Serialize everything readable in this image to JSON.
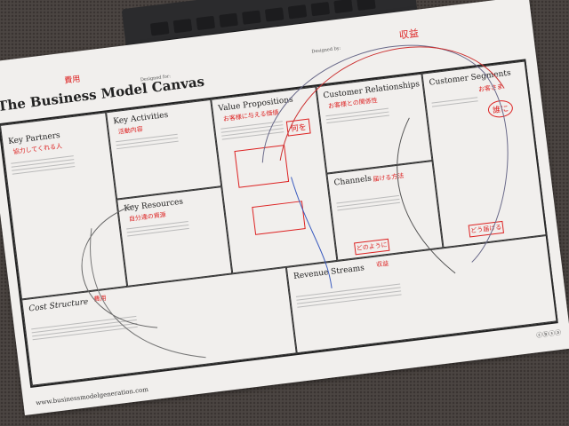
{
  "canvas": {
    "title": "The Business Model Canvas",
    "designed_for_label": "Designed for:",
    "designed_by_label": "Designed by:",
    "blocks": {
      "key_partners": {
        "label": "Key Partners",
        "note": "協力してくれる人"
      },
      "key_activities": {
        "label": "Key Activities",
        "note": "活動内容"
      },
      "key_resources": {
        "label": "Key Resources",
        "note": "自分達の資源"
      },
      "value_propositions": {
        "label": "Value Propositions",
        "note": "お客様に与える価値"
      },
      "customer_relationships": {
        "label": "Customer Relationships",
        "note": "お客様との関係性"
      },
      "channels": {
        "label": "Channels",
        "note": "届ける方法"
      },
      "customer_segments": {
        "label": "Customer Segments",
        "note": "お客さま"
      },
      "cost_structure": {
        "label": "Cost Structure",
        "note": "費用"
      },
      "revenue_streams": {
        "label": "Revenue Streams",
        "note": "収益"
      }
    },
    "annotations": {
      "top_left": "費用",
      "top_right": "収益",
      "vp_box": "何を",
      "cs_circle": "誰に",
      "channels_bottom": "どのように",
      "cs_bottom": "どう届ける"
    },
    "url": "www.businessmodelgeneration.com",
    "license_icons": "ⓒⓑⓢⓐ"
  }
}
